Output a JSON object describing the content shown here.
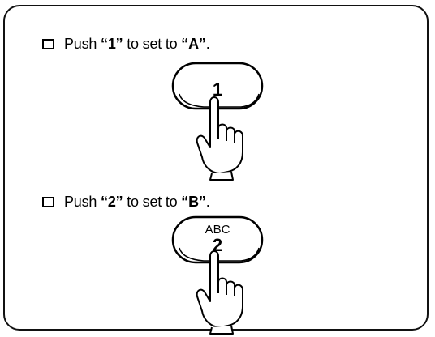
{
  "steps": [
    {
      "prefix": "Push ",
      "key_quoted": "“1”",
      "middle": " to set to ",
      "target_quoted": "“A”",
      "suffix": ".",
      "button": {
        "digit": "1",
        "letters": ""
      }
    },
    {
      "prefix": "Push ",
      "key_quoted": "“2”",
      "middle": " to set to ",
      "target_quoted": "“B”",
      "suffix": ".",
      "button": {
        "digit": "2",
        "letters": "ABC"
      }
    }
  ],
  "icons": {
    "bullet": "checkbox-bullet-icon",
    "hand": "pointing-hand-icon"
  }
}
